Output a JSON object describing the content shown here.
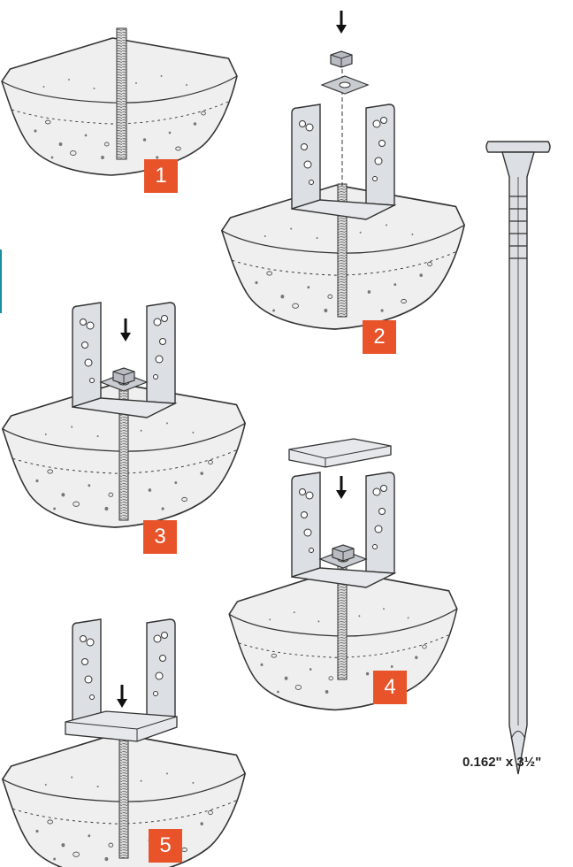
{
  "steps": [
    {
      "number": "1"
    },
    {
      "number": "2"
    },
    {
      "number": "3"
    },
    {
      "number": "4"
    },
    {
      "number": "5"
    }
  ],
  "nail": {
    "size_label": "0.162\" x 3½\""
  },
  "colors": {
    "badge": "#e8532a",
    "concrete": "#efefef",
    "metal": "#dcdfe3",
    "outline": "#333333",
    "accent_bar": "#1a8ca0"
  }
}
